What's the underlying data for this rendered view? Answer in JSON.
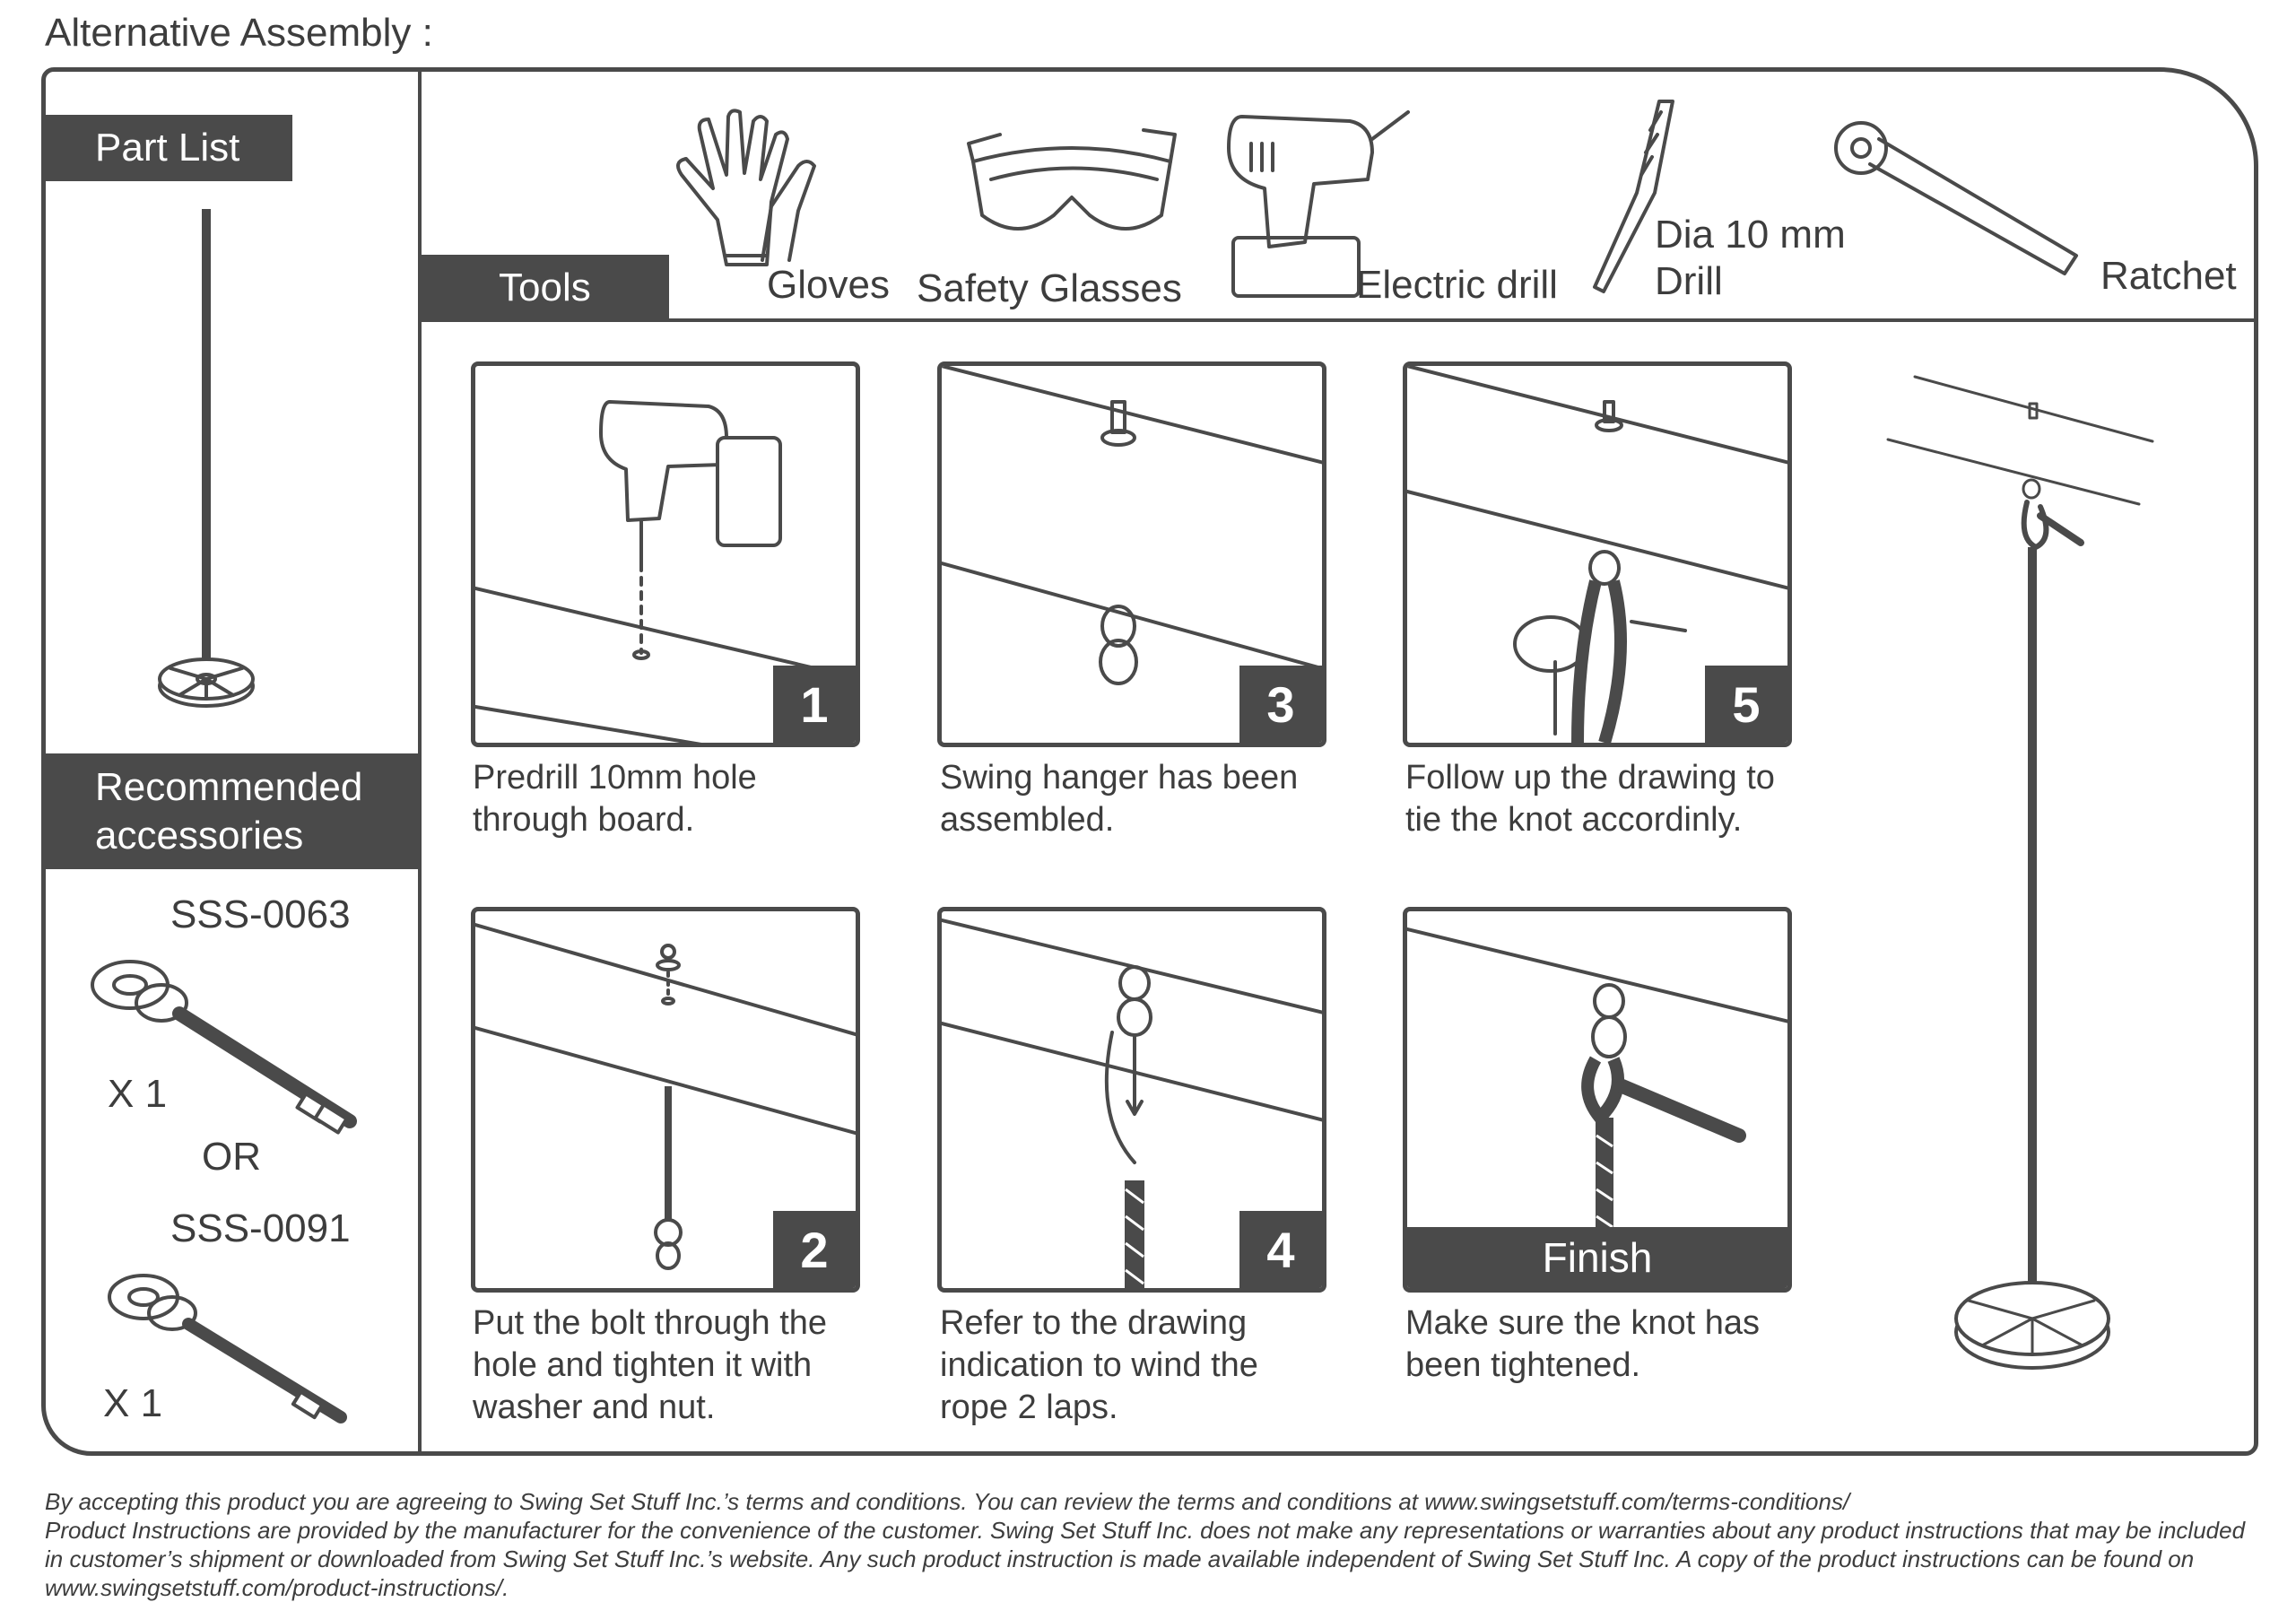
{
  "page_title": "Alternative Assembly :",
  "part_list": {
    "label": "Part List"
  },
  "tools": {
    "label": "Tools",
    "items": [
      {
        "name": "Gloves",
        "icon": "gloves-icon"
      },
      {
        "name": "Safety Glasses",
        "icon": "safety-glasses-icon"
      },
      {
        "name": "Electric drill",
        "icon": "electric-drill-icon"
      },
      {
        "name_line1": "Dia 10 mm",
        "name_line2": "Drill",
        "icon": "drill-bit-icon"
      },
      {
        "name": "Ratchet",
        "icon": "ratchet-icon"
      }
    ]
  },
  "accessories": {
    "label_line1": "Recommended",
    "label_line2": "accessories",
    "item1_code": "SSS-0063",
    "item1_qty": "X 1",
    "or_text": "OR",
    "item2_code": "SSS-0091",
    "item2_qty": "X 1"
  },
  "steps": [
    {
      "number": "1",
      "lines": [
        "Predrill 10mm hole",
        "through board."
      ]
    },
    {
      "number": "2",
      "lines": [
        "Put the bolt through the",
        "hole and tighten it with",
        "washer and nut."
      ]
    },
    {
      "number": "3",
      "lines": [
        "Swing hanger has been",
        "assembled."
      ]
    },
    {
      "number": "4",
      "lines": [
        "Refer to the drawing",
        "indication to wind the",
        "rope 2 laps."
      ]
    },
    {
      "number": "5",
      "lines": [
        "Follow up the drawing to",
        "tie the knot accordinly."
      ]
    },
    {
      "number": "Finish",
      "lines": [
        "Make sure the knot has",
        "been tightened."
      ]
    }
  ],
  "footer": {
    "line1": "By accepting this product you are agreeing to Swing Set Stuff Inc.’s terms and conditions. You can review the terms and conditions at www.swingsetstuff.com/terms-conditions/",
    "line2": "Product Instructions are provided by the manufacturer for the convenience of the customer. Swing Set Stuff Inc. does not make any representations or warranties about any product instructions that may be included",
    "line3": "in customer’s shipment or downloaded from Swing Set Stuff Inc.’s website. Any such product instruction is made available independent of Swing Set Stuff Inc.  A copy of the product instructions can be found on",
    "line4": "www.swingsetstuff.com/product-instructions/."
  },
  "colors": {
    "dark_gray": "#4a4a4a",
    "text": "#3d3d3d",
    "background": "#ffffff"
  }
}
